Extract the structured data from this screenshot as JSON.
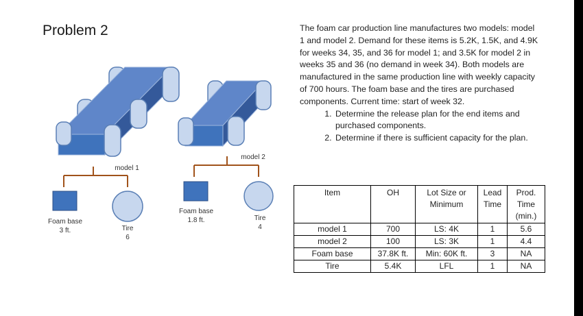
{
  "title": "Problem 2",
  "diagram": {
    "model1_label": "model 1",
    "model2_label": "model 2",
    "foam_base1": [
      "Foam base",
      "3 ft."
    ],
    "tire1": [
      "Tire",
      "6"
    ],
    "foam_base2": [
      "Foam base",
      "1.8 ft."
    ],
    "tire2": [
      "Tire",
      "4"
    ]
  },
  "description": {
    "paragraph": "The foam car production line manufactures two models: model 1 and model 2. Demand for these items is 5.2K, 1.5K, and 4.9K for weeks 34, 35, and 36 for model 1; and 3.5K for model 2 in weeks 35 and 36 (no demand in week 34). Both models are manufactured in the same production line with weekly capacity of 700 hours. The foam base and the tires are purchased components. Current time: start of week 32.",
    "tasks": [
      "Determine the release plan for the end items and purchased components.",
      "Determine if there is sufficient capacity for the plan."
    ]
  },
  "table": {
    "headers": [
      "Item",
      "OH",
      "Lot Size or Minimum",
      "Lead Time",
      "Prod. Time (min.)"
    ],
    "rows": [
      [
        "model 1",
        "700",
        "LS: 4K",
        "1",
        "5.6"
      ],
      [
        "model 2",
        "100",
        "LS: 3K",
        "1",
        "4.4"
      ],
      [
        "Foam base",
        "37.8K ft.",
        "Min: 60K ft.",
        "3",
        "NA"
      ],
      [
        "Tire",
        "5.4K",
        "LFL",
        "1",
        "NA"
      ]
    ]
  },
  "colors": {
    "box_top": "#5f86c9",
    "box_front": "#3f73bc",
    "box_side": "#34599a",
    "wheel": "#c7d7ee",
    "tree_line": "#a0521a"
  }
}
